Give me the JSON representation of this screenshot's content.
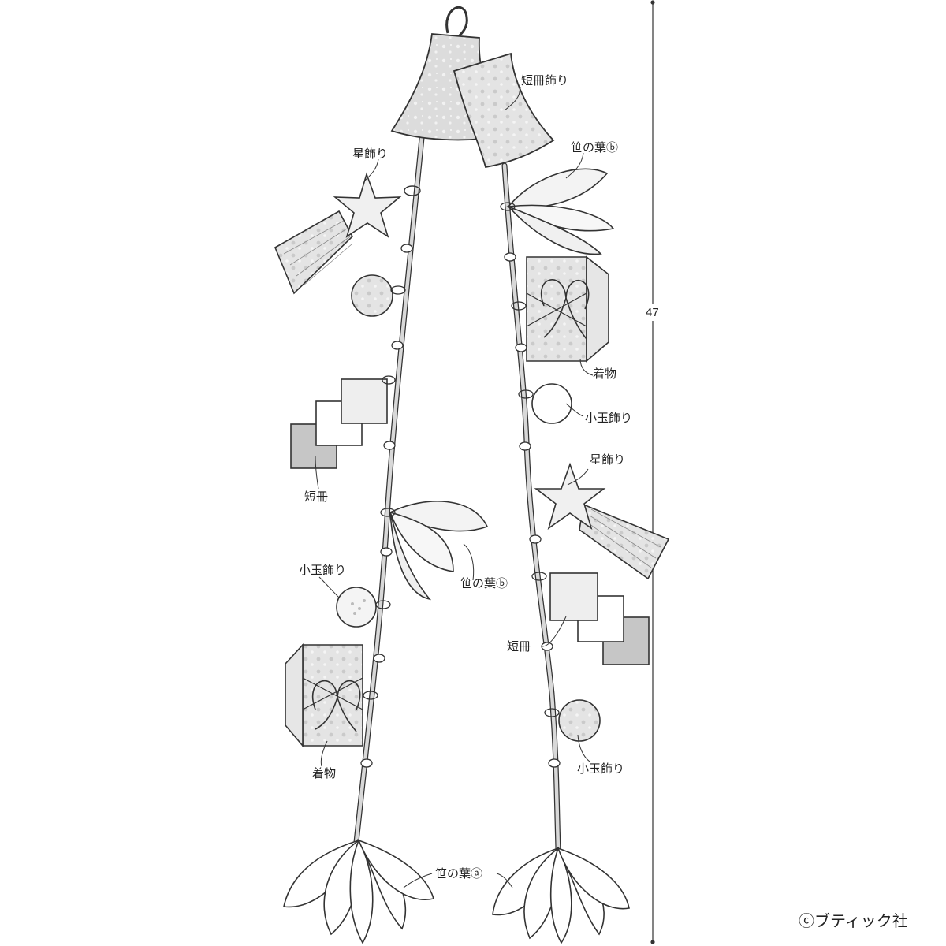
{
  "colors": {
    "ink": "#333333",
    "paper_white": "#ffffff",
    "paper_light": "#e6e6e6",
    "paper_mid": "#cfcfcf",
    "paper_dark": "#bdbdbd",
    "stem": "#d8d8d8"
  },
  "left_strand": {
    "tanzaku_kazari": "短冊飾り",
    "hoshi_kazari": "星飾り",
    "tanzaku": "短冊",
    "sasanoha_b": "笹の葉ⓑ",
    "kodama_kazari": "小玉飾り",
    "kimono": "着物"
  },
  "right_strand": {
    "sasanoha_b": "笹の葉ⓑ",
    "kimono": "着物",
    "kodama_kazari_1": "小玉飾り",
    "hoshi_kazari": "星飾り",
    "tanzaku": "短冊",
    "kodama_kazari_2": "小玉飾り"
  },
  "bottom": {
    "sasanoha_a": "笹の葉ⓐ"
  },
  "dimension": {
    "height_label": "47"
  },
  "credit": {
    "copyright": "ⓒブティック社"
  },
  "icons": {
    "hanging_loop": "loop-icon",
    "star": "star-icon",
    "ball": "ball-icon",
    "leaf": "leaf-icon",
    "kimono": "kimono-icon",
    "square": "tanzaku-icon"
  }
}
